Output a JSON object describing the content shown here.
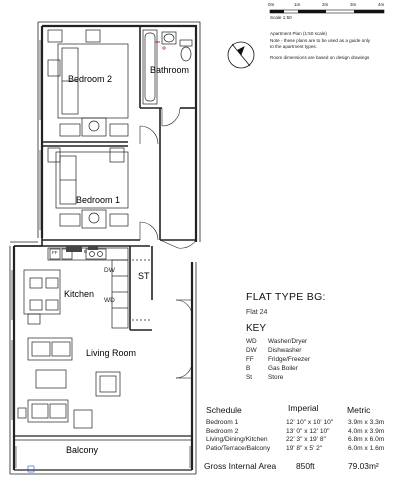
{
  "scale_bar": {
    "ticks": [
      "0m",
      "1m",
      "2m",
      "3m",
      "4m"
    ],
    "label": "Scale 1:50"
  },
  "notes": [
    "Apartment Plan (1:50 scale)",
    "Note - these plans are to be used as a guide only",
    "to the apartment types.",
    "Room dimensions are based on design drawings"
  ],
  "rooms": {
    "bedroom2": "Bedroom 2",
    "bathroom": "Bathroom",
    "bedroom1": "Bedroom 1",
    "kitchen": "Kitchen",
    "living": "Living Room",
    "balcony": "Balcony",
    "st": "ST",
    "dw": "DW",
    "wd": "WD",
    "ff": "FF",
    "b": "B"
  },
  "flat": {
    "title": "FLAT TYPE BG:",
    "number": "Flat 24"
  },
  "key": {
    "title": "KEY",
    "items": [
      {
        "code": "WD",
        "desc": "Washer/Dryer"
      },
      {
        "code": "DW",
        "desc": "Dishwasher"
      },
      {
        "code": "FF",
        "desc": "Fridge/Freezer"
      },
      {
        "code": "B",
        "desc": "Gas Boiler"
      },
      {
        "code": "St",
        "desc": "Store"
      }
    ]
  },
  "schedule": {
    "headers": [
      "Schedule",
      "Imperial",
      "Metric"
    ],
    "rows": [
      {
        "name": "Bedroom 1",
        "imperial": "12' 10\" x 10' 10\"",
        "metric": "3.9m x 3.3m"
      },
      {
        "name": "Bedroom 2",
        "imperial": "13' 0\" x 12' 10\"",
        "metric": "4.0m x 3.9m"
      },
      {
        "name": "Living/Dining/Kitchen",
        "imperial": "22' 3\" x 19' 8\"",
        "metric": "6.8m x 6.0m"
      },
      {
        "name": "Patio/Terrace/Balcony",
        "imperial": "19' 8\" x 5' 2\"",
        "metric": "6.0m x 1.6m"
      }
    ],
    "gia": {
      "label": "Gross Internal Area",
      "imperial": "850ft",
      "metric": "79.03m²"
    }
  }
}
